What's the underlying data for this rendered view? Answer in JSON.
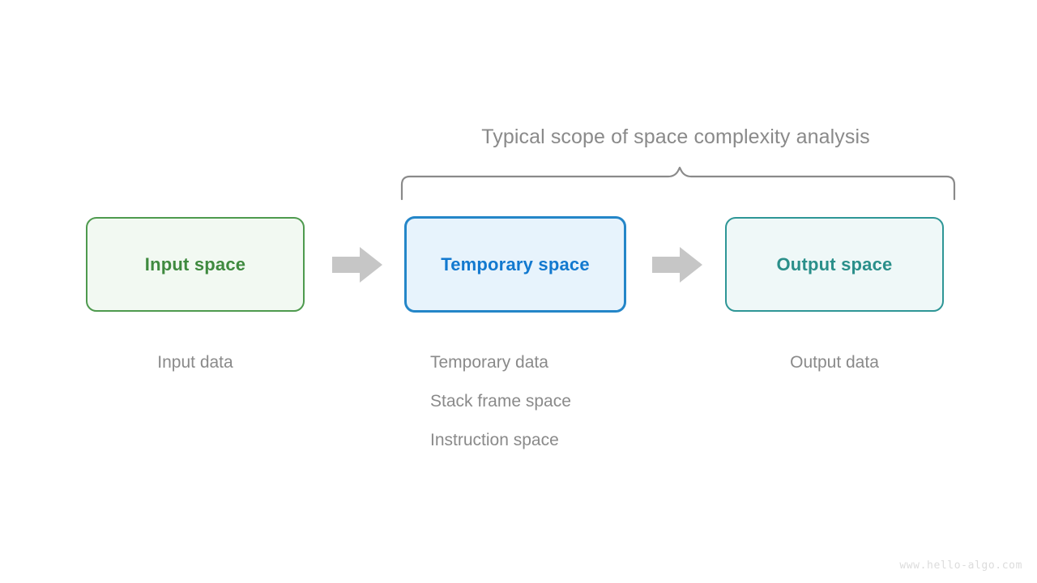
{
  "diagram": {
    "scope_title": "Typical scope of space complexity analysis",
    "watermark": "www.hello-algo.com",
    "colors": {
      "input_border": "#4e9a4e",
      "input_fill": "#f2f9f2",
      "input_text": "#3f8a3f",
      "temp_border": "#2486c8",
      "temp_fill": "#e7f3fc",
      "temp_text": "#1279cf",
      "output_border": "#2e9696",
      "output_fill": "#eff8f8",
      "output_text": "#2a8f8a",
      "arrow": "#c6c6c6",
      "brace": "#8a8a8a",
      "caption_text": "#8a8a8a",
      "watermark_text": "#dcdcdc",
      "background": "#ffffff"
    },
    "boxes": [
      {
        "label": "Input space"
      },
      {
        "label": "Temporary space"
      },
      {
        "label": "Output space"
      }
    ],
    "captions": {
      "input": [
        "Input data"
      ],
      "temporary": [
        "Temporary data",
        "Stack frame space",
        "Instruction space"
      ],
      "output": [
        "Output data"
      ]
    },
    "arrows": [
      {
        "name": "arrow-input-to-temporary"
      },
      {
        "name": "arrow-temporary-to-output"
      }
    ]
  }
}
